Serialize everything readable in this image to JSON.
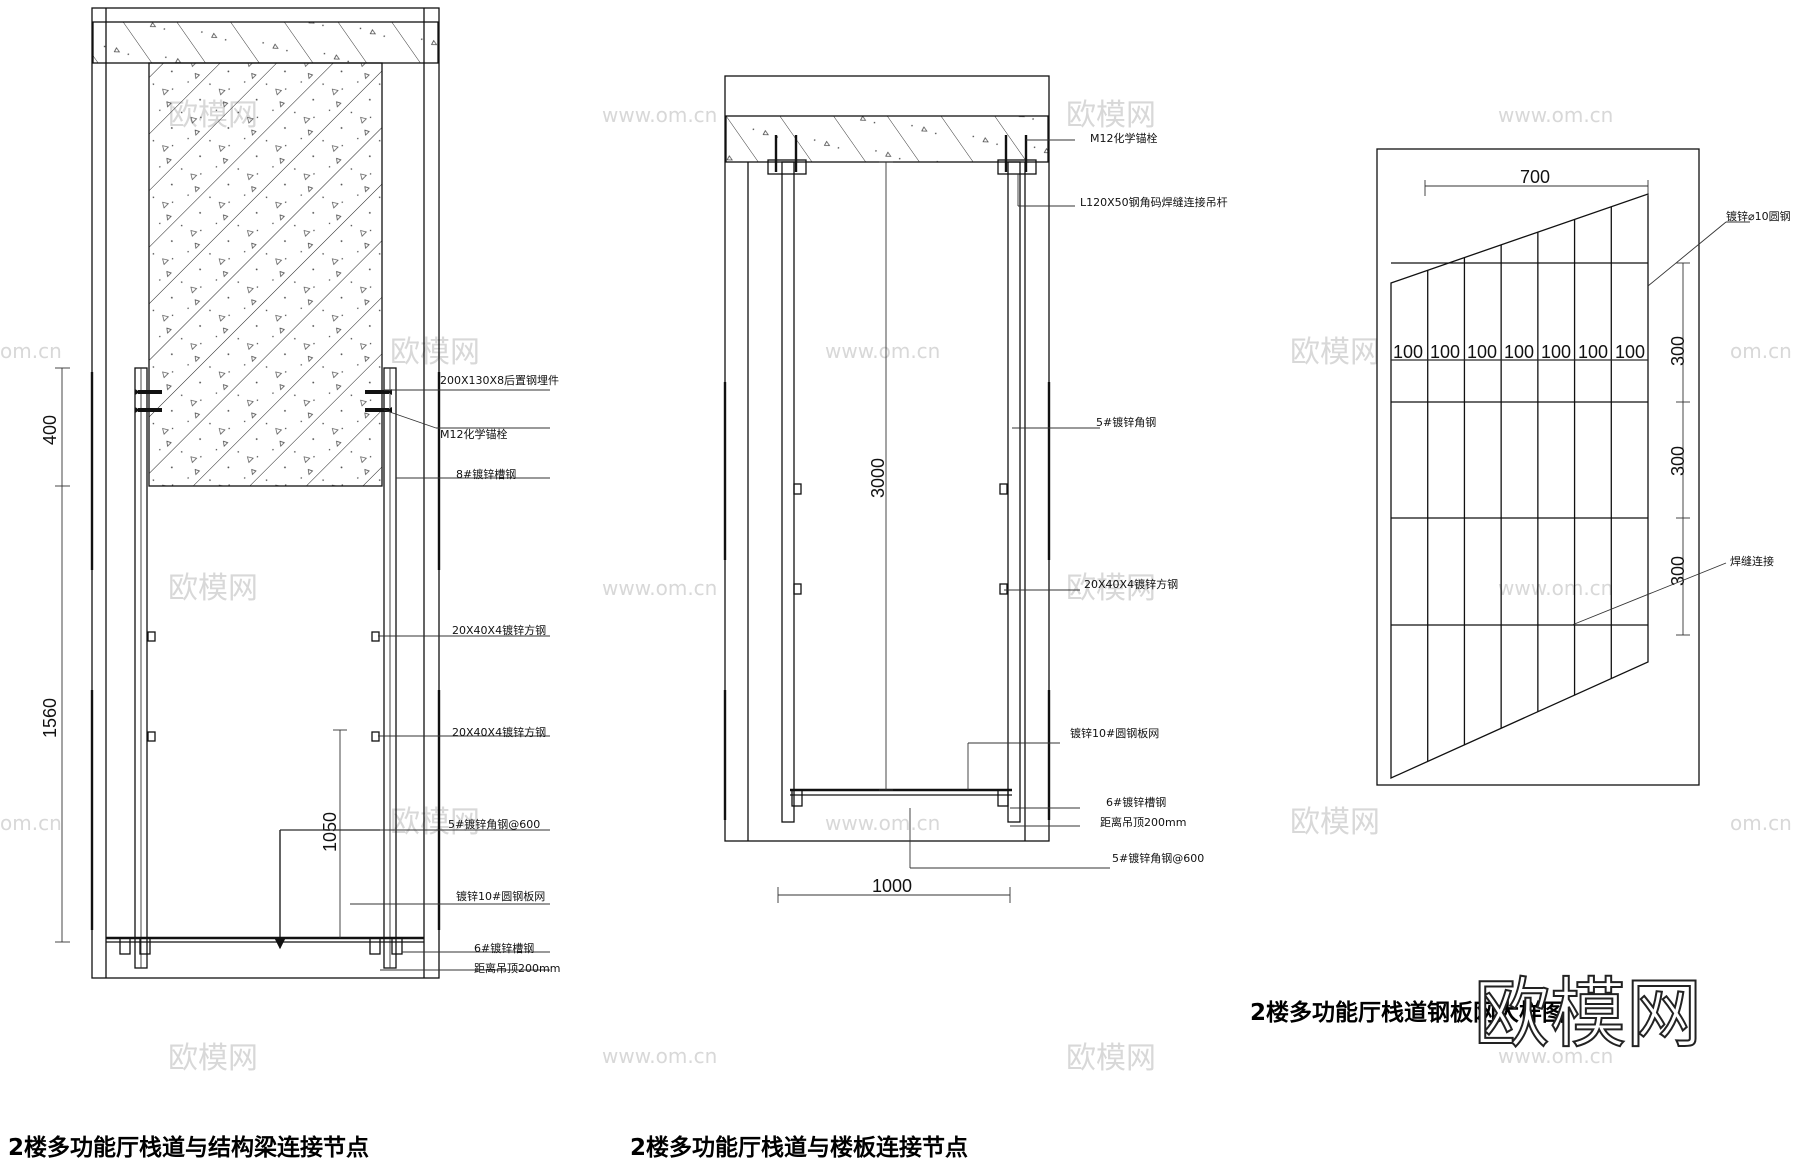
{
  "titles": {
    "beam_node": "2楼多功能厅栈道与结构梁连接节点",
    "slab_node": "2楼多功能厅栈道与楼板连接节点",
    "mesh_detail": "2楼多功能厅栈道钢板网大样图"
  },
  "beam_labels": {
    "embed": "200X130X8后置钢埋件",
    "anchor": "M12化学锚栓",
    "channel8": "8#镀锌槽钢",
    "tube1": "20X40X4镀锌方钢",
    "tube2": "20X40X4镀锌方钢",
    "angle": "5#镀锌角钢@600",
    "mesh": "镀锌10#圆钢板网",
    "channel6": "6#镀锌槽钢",
    "clear": "距离吊顶200mm"
  },
  "beam_dims": {
    "d400": "400",
    "d1560": "1560",
    "d1050": "1050"
  },
  "slab_labels": {
    "anchor": "M12化学锚栓",
    "hanger": "L120X50钢角码焊缝连接吊杆",
    "angle5": "5#镀锌角钢",
    "tube": "20X40X4镀锌方钢",
    "mesh": "镀锌10#圆钢板网",
    "channel6": "6#镀锌槽钢",
    "clear": "距离吊顶200mm",
    "angle600": "5#镀锌角钢@600"
  },
  "slab_dims": {
    "d3000": "3000",
    "d1000": "1000"
  },
  "mesh_labels": {
    "rod": "镀锌⌀10圆钢",
    "weld": "焊缝连接"
  },
  "mesh_dims": {
    "d700": "700",
    "bays": [
      "100",
      "100",
      "100",
      "100",
      "100",
      "100",
      "100"
    ],
    "rows": [
      "300",
      "300",
      "300"
    ]
  },
  "watermarks": {
    "brand": "欧模网",
    "site": "www.om.cn",
    "site_cut": "om.cn"
  },
  "logo": "欧模网"
}
